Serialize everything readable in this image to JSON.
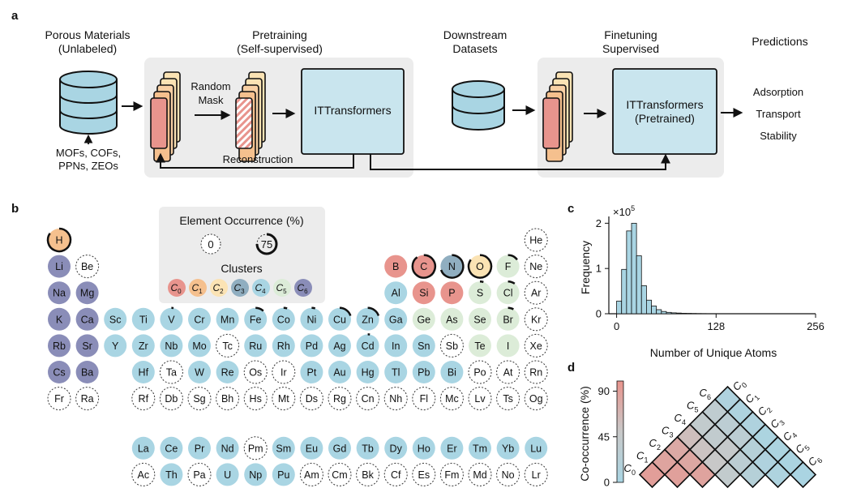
{
  "panel_a": {
    "label": "a",
    "porous": {
      "title1": "Porous Materials",
      "title2": "(Unlabeled)",
      "src1": "MOFs, COFs,",
      "src2": "PPNs, ZEOs"
    },
    "pretraining": {
      "title1": "Pretraining",
      "title2": "(Self-supervised)",
      "mask1": "Random",
      "mask2": "Mask",
      "model": "ITTransformers",
      "recon": "Reconstruction"
    },
    "downstream": {
      "title1": "Downstream",
      "title2": "Datasets"
    },
    "finetuning": {
      "title1": "Finetuning",
      "title2": "Supervised",
      "model1": "ITTransformers",
      "model2": "(Pretrained)"
    },
    "predictions": {
      "title": "Predictions",
      "items": [
        "Adsorption",
        "Transport",
        "Stability"
      ]
    }
  },
  "panel_b": {
    "label": "b",
    "legend_title": "Element Occurrence (%)",
    "legend_min": "0",
    "legend_max": "75",
    "clusters_title": "Clusters",
    "clusters": [
      {
        "base": "C",
        "sub": "0",
        "color": "#e8948d"
      },
      {
        "base": "C",
        "sub": "1",
        "color": "#f5c08e"
      },
      {
        "base": "C",
        "sub": "2",
        "color": "#fbe3b4"
      },
      {
        "base": "C",
        "sub": "3",
        "color": "#90aec0"
      },
      {
        "base": "C",
        "sub": "4",
        "color": "#a9d5e3"
      },
      {
        "base": "C",
        "sub": "5",
        "color": "#dcecd8"
      },
      {
        "base": "C",
        "sub": "6",
        "color": "#8a8db8"
      }
    ],
    "elements": [
      {
        "s": "H",
        "r": 1,
        "g": 1,
        "c": 1,
        "o": 0.85
      },
      {
        "s": "He",
        "r": 1,
        "g": 18,
        "c": -1,
        "o": 0
      },
      {
        "s": "Li",
        "r": 2,
        "g": 1,
        "c": 6,
        "o": 0.01
      },
      {
        "s": "Be",
        "r": 2,
        "g": 2,
        "c": -1,
        "o": 0
      },
      {
        "s": "B",
        "r": 2,
        "g": 13,
        "c": 0,
        "o": 0.01
      },
      {
        "s": "C",
        "r": 2,
        "g": 14,
        "c": 0,
        "o": 0.9
      },
      {
        "s": "N",
        "r": 2,
        "g": 15,
        "c": 3,
        "o": 0.7
      },
      {
        "s": "O",
        "r": 2,
        "g": 16,
        "c": 2,
        "o": 0.85
      },
      {
        "s": "F",
        "r": 2,
        "g": 17,
        "c": 5,
        "o": 0.15
      },
      {
        "s": "Ne",
        "r": 2,
        "g": 18,
        "c": -1,
        "o": 0
      },
      {
        "s": "Na",
        "r": 3,
        "g": 1,
        "c": 6,
        "o": 0.01
      },
      {
        "s": "Mg",
        "r": 3,
        "g": 2,
        "c": 6,
        "o": 0.01
      },
      {
        "s": "Al",
        "r": 3,
        "g": 13,
        "c": 4,
        "o": 0.01
      },
      {
        "s": "Si",
        "r": 3,
        "g": 14,
        "c": 0,
        "o": 0.01
      },
      {
        "s": "P",
        "r": 3,
        "g": 15,
        "c": 0,
        "o": 0.01
      },
      {
        "s": "S",
        "r": 3,
        "g": 16,
        "c": 5,
        "o": 0.05
      },
      {
        "s": "Cl",
        "r": 3,
        "g": 17,
        "c": 5,
        "o": 0.1
      },
      {
        "s": "Ar",
        "r": 3,
        "g": 18,
        "c": -1,
        "o": 0
      },
      {
        "s": "K",
        "r": 4,
        "g": 1,
        "c": 6,
        "o": 0.01
      },
      {
        "s": "Ca",
        "r": 4,
        "g": 2,
        "c": 6,
        "o": 0.01
      },
      {
        "s": "Sc",
        "r": 4,
        "g": 3,
        "c": 4,
        "o": 0.01
      },
      {
        "s": "Ti",
        "r": 4,
        "g": 4,
        "c": 4,
        "o": 0.01
      },
      {
        "s": "V",
        "r": 4,
        "g": 5,
        "c": 4,
        "o": 0.03
      },
      {
        "s": "Cr",
        "r": 4,
        "g": 6,
        "c": 4,
        "o": 0.01
      },
      {
        "s": "Mn",
        "r": 4,
        "g": 7,
        "c": 4,
        "o": 0.02
      },
      {
        "s": "Fe",
        "r": 4,
        "g": 8,
        "c": 4,
        "o": 0.12
      },
      {
        "s": "Co",
        "r": 4,
        "g": 9,
        "c": 4,
        "o": 0.05
      },
      {
        "s": "Ni",
        "r": 4,
        "g": 10,
        "c": 4,
        "o": 0.05
      },
      {
        "s": "Cu",
        "r": 4,
        "g": 11,
        "c": 4,
        "o": 0.2
      },
      {
        "s": "Zn",
        "r": 4,
        "g": 12,
        "c": 4,
        "o": 0.2
      },
      {
        "s": "Ga",
        "r": 4,
        "g": 13,
        "c": 4,
        "o": 0.01
      },
      {
        "s": "Ge",
        "r": 4,
        "g": 14,
        "c": 5,
        "o": 0.01
      },
      {
        "s": "As",
        "r": 4,
        "g": 15,
        "c": 5,
        "o": 0.01
      },
      {
        "s": "Se",
        "r": 4,
        "g": 16,
        "c": 5,
        "o": 0.01
      },
      {
        "s": "Br",
        "r": 4,
        "g": 17,
        "c": 5,
        "o": 0.08
      },
      {
        "s": "Kr",
        "r": 4,
        "g": 18,
        "c": -1,
        "o": 0
      },
      {
        "s": "Rb",
        "r": 5,
        "g": 1,
        "c": 6,
        "o": 0.01
      },
      {
        "s": "Sr",
        "r": 5,
        "g": 2,
        "c": 6,
        "o": 0.01
      },
      {
        "s": "Y",
        "r": 5,
        "g": 3,
        "c": 4,
        "o": 0.01
      },
      {
        "s": "Zr",
        "r": 5,
        "g": 4,
        "c": 4,
        "o": 0.01
      },
      {
        "s": "Nb",
        "r": 5,
        "g": 5,
        "c": 4,
        "o": 0.01
      },
      {
        "s": "Mo",
        "r": 5,
        "g": 6,
        "c": 4,
        "o": 0.01
      },
      {
        "s": "Tc",
        "r": 5,
        "g": 7,
        "c": -1,
        "o": 0
      },
      {
        "s": "Ru",
        "r": 5,
        "g": 8,
        "c": 4,
        "o": 0.01
      },
      {
        "s": "Rh",
        "r": 5,
        "g": 9,
        "c": 4,
        "o": 0.01
      },
      {
        "s": "Pd",
        "r": 5,
        "g": 10,
        "c": 4,
        "o": 0.01
      },
      {
        "s": "Ag",
        "r": 5,
        "g": 11,
        "c": 4,
        "o": 0.02
      },
      {
        "s": "Cd",
        "r": 5,
        "g": 12,
        "c": 4,
        "o": 0.03
      },
      {
        "s": "In",
        "r": 5,
        "g": 13,
        "c": 4,
        "o": 0.01
      },
      {
        "s": "Sn",
        "r": 5,
        "g": 14,
        "c": 4,
        "o": 0.01
      },
      {
        "s": "Sb",
        "r": 5,
        "g": 15,
        "c": -1,
        "o": 0
      },
      {
        "s": "Te",
        "r": 5,
        "g": 16,
        "c": 5,
        "o": 0.01
      },
      {
        "s": "I",
        "r": 5,
        "g": 17,
        "c": 5,
        "o": 0.02
      },
      {
        "s": "Xe",
        "r": 5,
        "g": 18,
        "c": -1,
        "o": 0
      },
      {
        "s": "Cs",
        "r": 6,
        "g": 1,
        "c": 6,
        "o": 0.01
      },
      {
        "s": "Ba",
        "r": 6,
        "g": 2,
        "c": 6,
        "o": 0.01
      },
      {
        "s": "Hf",
        "r": 6,
        "g": 4,
        "c": 4,
        "o": 0.01
      },
      {
        "s": "Ta",
        "r": 6,
        "g": 5,
        "c": -1,
        "o": 0
      },
      {
        "s": "W",
        "r": 6,
        "g": 6,
        "c": 4,
        "o": 0.01
      },
      {
        "s": "Re",
        "r": 6,
        "g": 7,
        "c": 4,
        "o": 0.01
      },
      {
        "s": "Os",
        "r": 6,
        "g": 8,
        "c": -1,
        "o": 0
      },
      {
        "s": "Ir",
        "r": 6,
        "g": 9,
        "c": -1,
        "o": 0
      },
      {
        "s": "Pt",
        "r": 6,
        "g": 10,
        "c": 4,
        "o": 0.01
      },
      {
        "s": "Au",
        "r": 6,
        "g": 11,
        "c": 4,
        "o": 0.01
      },
      {
        "s": "Hg",
        "r": 6,
        "g": 12,
        "c": 4,
        "o": 0.01
      },
      {
        "s": "Tl",
        "r": 6,
        "g": 13,
        "c": 4,
        "o": 0.01
      },
      {
        "s": "Pb",
        "r": 6,
        "g": 14,
        "c": 4,
        "o": 0.01
      },
      {
        "s": "Bi",
        "r": 6,
        "g": 15,
        "c": 4,
        "o": 0.01
      },
      {
        "s": "Po",
        "r": 6,
        "g": 16,
        "c": -1,
        "o": 0
      },
      {
        "s": "At",
        "r": 6,
        "g": 17,
        "c": -1,
        "o": 0
      },
      {
        "s": "Rn",
        "r": 6,
        "g": 18,
        "c": -1,
        "o": 0
      },
      {
        "s": "Fr",
        "r": 7,
        "g": 1,
        "c": -1,
        "o": 0
      },
      {
        "s": "Ra",
        "r": 7,
        "g": 2,
        "c": -1,
        "o": 0
      },
      {
        "s": "Rf",
        "r": 7,
        "g": 4,
        "c": -1,
        "o": 0
      },
      {
        "s": "Db",
        "r": 7,
        "g": 5,
        "c": -1,
        "o": 0
      },
      {
        "s": "Sg",
        "r": 7,
        "g": 6,
        "c": -1,
        "o": 0
      },
      {
        "s": "Bh",
        "r": 7,
        "g": 7,
        "c": -1,
        "o": 0
      },
      {
        "s": "Hs",
        "r": 7,
        "g": 8,
        "c": -1,
        "o": 0
      },
      {
        "s": "Mt",
        "r": 7,
        "g": 9,
        "c": -1,
        "o": 0
      },
      {
        "s": "Ds",
        "r": 7,
        "g": 10,
        "c": -1,
        "o": 0
      },
      {
        "s": "Rg",
        "r": 7,
        "g": 11,
        "c": -1,
        "o": 0
      },
      {
        "s": "Cn",
        "r": 7,
        "g": 12,
        "c": -1,
        "o": 0
      },
      {
        "s": "Nh",
        "r": 7,
        "g": 13,
        "c": -1,
        "o": 0
      },
      {
        "s": "Fl",
        "r": 7,
        "g": 14,
        "c": -1,
        "o": 0
      },
      {
        "s": "Mc",
        "r": 7,
        "g": 15,
        "c": -1,
        "o": 0
      },
      {
        "s": "Lv",
        "r": 7,
        "g": 16,
        "c": -1,
        "o": 0
      },
      {
        "s": "Ts",
        "r": 7,
        "g": 17,
        "c": -1,
        "o": 0
      },
      {
        "s": "Og",
        "r": 7,
        "g": 18,
        "c": -1,
        "o": 0
      },
      {
        "s": "La",
        "r": 9,
        "g": 4,
        "c": 4,
        "o": 0.01
      },
      {
        "s": "Ce",
        "r": 9,
        "g": 5,
        "c": 4,
        "o": 0.01
      },
      {
        "s": "Pr",
        "r": 9,
        "g": 6,
        "c": 4,
        "o": 0.01
      },
      {
        "s": "Nd",
        "r": 9,
        "g": 7,
        "c": 4,
        "o": 0.01
      },
      {
        "s": "Pm",
        "r": 9,
        "g": 8,
        "c": -1,
        "o": 0
      },
      {
        "s": "Sm",
        "r": 9,
        "g": 9,
        "c": 4,
        "o": 0.01
      },
      {
        "s": "Eu",
        "r": 9,
        "g": 10,
        "c": 4,
        "o": 0.01
      },
      {
        "s": "Gd",
        "r": 9,
        "g": 11,
        "c": 4,
        "o": 0.01
      },
      {
        "s": "Tb",
        "r": 9,
        "g": 12,
        "c": 4,
        "o": 0.01
      },
      {
        "s": "Dy",
        "r": 9,
        "g": 13,
        "c": 4,
        "o": 0.01
      },
      {
        "s": "Ho",
        "r": 9,
        "g": 14,
        "c": 4,
        "o": 0.01
      },
      {
        "s": "Er",
        "r": 9,
        "g": 15,
        "c": 4,
        "o": 0.01
      },
      {
        "s": "Tm",
        "r": 9,
        "g": 16,
        "c": 4,
        "o": 0.01
      },
      {
        "s": "Yb",
        "r": 9,
        "g": 17,
        "c": 4,
        "o": 0.01
      },
      {
        "s": "Lu",
        "r": 9,
        "g": 18,
        "c": 4,
        "o": 0.01
      },
      {
        "s": "Ac",
        "r": 10,
        "g": 4,
        "c": -1,
        "o": 0
      },
      {
        "s": "Th",
        "r": 10,
        "g": 5,
        "c": 4,
        "o": 0.01
      },
      {
        "s": "Pa",
        "r": 10,
        "g": 6,
        "c": -1,
        "o": 0
      },
      {
        "s": "U",
        "r": 10,
        "g": 7,
        "c": 4,
        "o": 0.01
      },
      {
        "s": "Np",
        "r": 10,
        "g": 8,
        "c": 4,
        "o": 0.01
      },
      {
        "s": "Pu",
        "r": 10,
        "g": 9,
        "c": 4,
        "o": 0.01
      },
      {
        "s": "Am",
        "r": 10,
        "g": 10,
        "c": -1,
        "o": 0
      },
      {
        "s": "Cm",
        "r": 10,
        "g": 11,
        "c": -1,
        "o": 0
      },
      {
        "s": "Bk",
        "r": 10,
        "g": 12,
        "c": -1,
        "o": 0
      },
      {
        "s": "Cf",
        "r": 10,
        "g": 13,
        "c": -1,
        "o": 0
      },
      {
        "s": "Es",
        "r": 10,
        "g": 14,
        "c": -1,
        "o": 0
      },
      {
        "s": "Fm",
        "r": 10,
        "g": 15,
        "c": -1,
        "o": 0
      },
      {
        "s": "Md",
        "r": 10,
        "g": 16,
        "c": -1,
        "o": 0
      },
      {
        "s": "No",
        "r": 10,
        "g": 17,
        "c": -1,
        "o": 0
      },
      {
        "s": "Lr",
        "r": 10,
        "g": 18,
        "c": -1,
        "o": 0
      }
    ]
  },
  "chart_data": [
    {
      "panel": "c",
      "type": "bar",
      "xlabel": "Number of Unique Atoms",
      "ylabel": "Frequency",
      "scale_label": "×10",
      "scale_exp": "5",
      "xlim": [
        -10,
        256
      ],
      "ylim": [
        0,
        2.15
      ],
      "xticks": [
        "0",
        "128",
        "256"
      ],
      "xtick_values": [
        0,
        128,
        256
      ],
      "yticks": [
        "0",
        "1",
        "2"
      ],
      "ytick_values": [
        0,
        1,
        2
      ],
      "bin_width": 6.4,
      "bin_starts": [
        0,
        6.4,
        12.8,
        19.2,
        25.6,
        32,
        38.4,
        44.8,
        51.2,
        57.6,
        64,
        70.4,
        76.8,
        83.2,
        89.6,
        96,
        102.4,
        108.8,
        115.2,
        121.6
      ],
      "values": [
        0.28,
        0.98,
        1.83,
        2.0,
        1.28,
        0.62,
        0.3,
        0.17,
        0.09,
        0.05,
        0.03,
        0.02,
        0.015,
        0.01,
        0.008,
        0.006,
        0.004,
        0.003,
        0.002,
        0.002
      ],
      "bar_color": "#a9d5e3"
    },
    {
      "panel": "d",
      "type": "heatmap",
      "colorbar_label": "Co-occurrence (%)",
      "colorbar_ticks": [
        "0",
        "45",
        "90"
      ],
      "colorbar_tick_values": [
        0,
        45,
        90
      ],
      "range": [
        0,
        100
      ],
      "left_labels": [
        {
          "base": "C",
          "sub": "0"
        },
        {
          "base": "C",
          "sub": "1"
        },
        {
          "base": "C",
          "sub": "2"
        },
        {
          "base": "C",
          "sub": "3"
        },
        {
          "base": "C",
          "sub": "4"
        },
        {
          "base": "C",
          "sub": "5"
        },
        {
          "base": "C",
          "sub": "6"
        }
      ],
      "right_labels": [
        {
          "base": "C",
          "sub": "0"
        },
        {
          "base": "C",
          "sub": "1"
        },
        {
          "base": "C",
          "sub": "2"
        },
        {
          "base": "C",
          "sub": "3"
        },
        {
          "base": "C",
          "sub": "4"
        },
        {
          "base": "C",
          "sub": "5"
        },
        {
          "base": "C",
          "sub": "6"
        }
      ],
      "matrix": [
        [
          90,
          85,
          80,
          60,
          40,
          35,
          10
        ],
        [
          85,
          88,
          82,
          55,
          38,
          30,
          8
        ],
        [
          80,
          82,
          86,
          50,
          45,
          30,
          10
        ],
        [
          60,
          55,
          50,
          40,
          30,
          20,
          5
        ],
        [
          40,
          38,
          45,
          30,
          20,
          10,
          5
        ],
        [
          35,
          30,
          30,
          20,
          10,
          8,
          3
        ],
        [
          10,
          8,
          10,
          5,
          5,
          3,
          2
        ]
      ]
    }
  ]
}
